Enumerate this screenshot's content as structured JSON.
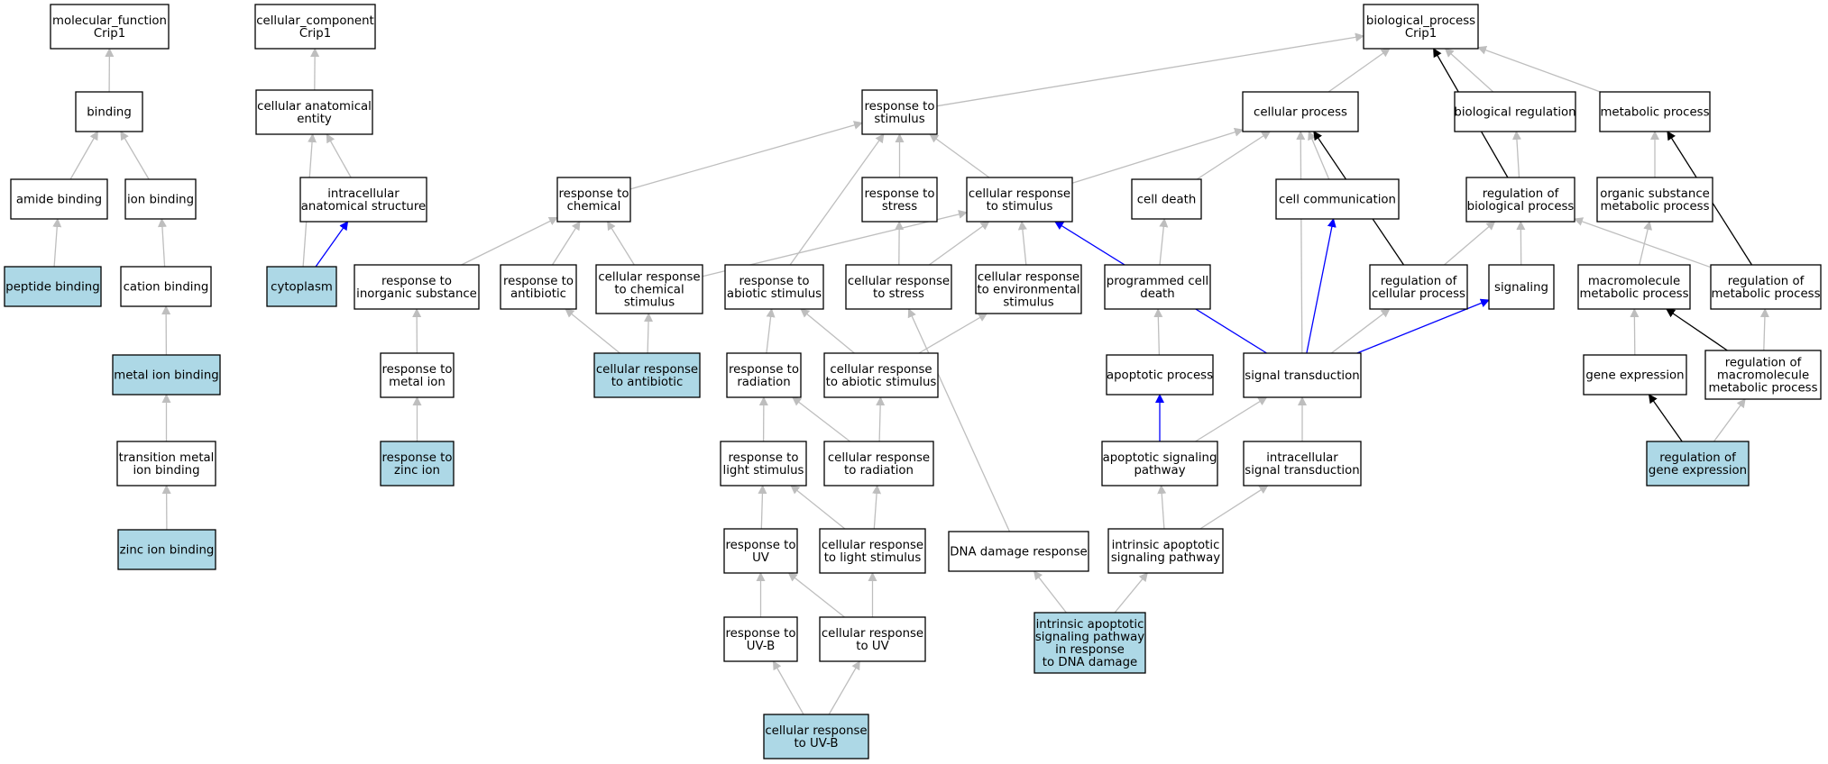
{
  "colors": {
    "highlight_fill": "#add8e6",
    "plain_fill": "#ffffff",
    "edge_gray": "#bebebe",
    "edge_blue": "#0000ff",
    "edge_black": "#000000"
  },
  "nodes": [
    {
      "id": "mf",
      "lines": [
        "molecular_function",
        "Crip1"
      ],
      "hl": false
    },
    {
      "id": "binding",
      "lines": [
        "binding"
      ],
      "hl": false
    },
    {
      "id": "amide",
      "lines": [
        "amide binding"
      ],
      "hl": false
    },
    {
      "id": "ionb",
      "lines": [
        "ion binding"
      ],
      "hl": false
    },
    {
      "id": "peptide",
      "lines": [
        "peptide binding"
      ],
      "hl": true
    },
    {
      "id": "cation",
      "lines": [
        "cation binding"
      ],
      "hl": false
    },
    {
      "id": "metalion",
      "lines": [
        "metal ion binding"
      ],
      "hl": true
    },
    {
      "id": "transmetal",
      "lines": [
        "transition metal",
        "ion binding"
      ],
      "hl": false
    },
    {
      "id": "zincion",
      "lines": [
        "zinc ion binding"
      ],
      "hl": true
    },
    {
      "id": "cc",
      "lines": [
        "cellular_component",
        "Crip1"
      ],
      "hl": false
    },
    {
      "id": "cae",
      "lines": [
        "cellular anatomical",
        "entity"
      ],
      "hl": false
    },
    {
      "id": "ias",
      "lines": [
        "intracellular",
        "anatomical structure"
      ],
      "hl": false
    },
    {
      "id": "cyto",
      "lines": [
        "cytoplasm"
      ],
      "hl": true
    },
    {
      "id": "bp",
      "lines": [
        "biological_process",
        "Crip1"
      ],
      "hl": false
    },
    {
      "id": "rstim",
      "lines": [
        "response to",
        "stimulus"
      ],
      "hl": false
    },
    {
      "id": "cellproc",
      "lines": [
        "cellular process"
      ],
      "hl": false
    },
    {
      "id": "bioreg",
      "lines": [
        "biological regulation"
      ],
      "hl": false
    },
    {
      "id": "metab",
      "lines": [
        "metabolic process"
      ],
      "hl": false
    },
    {
      "id": "rchem",
      "lines": [
        "response to",
        "chemical"
      ],
      "hl": false
    },
    {
      "id": "rstress",
      "lines": [
        "response to",
        "stress"
      ],
      "hl": false
    },
    {
      "id": "crstim",
      "lines": [
        "cellular response",
        "to stimulus"
      ],
      "hl": false
    },
    {
      "id": "celldeath",
      "lines": [
        "cell death"
      ],
      "hl": false
    },
    {
      "id": "cellcomm",
      "lines": [
        "cell communication"
      ],
      "hl": false
    },
    {
      "id": "regbio",
      "lines": [
        "regulation of",
        "biological process"
      ],
      "hl": false
    },
    {
      "id": "osmp",
      "lines": [
        "organic substance",
        "metabolic process"
      ],
      "hl": false
    },
    {
      "id": "rinorg",
      "lines": [
        "response to",
        "inorganic substance"
      ],
      "hl": false
    },
    {
      "id": "rantib",
      "lines": [
        "response to",
        "antibiotic"
      ],
      "hl": false
    },
    {
      "id": "crchem",
      "lines": [
        "cellular response",
        "to chemical",
        "stimulus"
      ],
      "hl": false
    },
    {
      "id": "rabiotic",
      "lines": [
        "response to",
        "abiotic stimulus"
      ],
      "hl": false
    },
    {
      "id": "crstress",
      "lines": [
        "cellular response",
        "to stress"
      ],
      "hl": false
    },
    {
      "id": "crenv",
      "lines": [
        "cellular response",
        "to environmental",
        "stimulus"
      ],
      "hl": false
    },
    {
      "id": "pcd",
      "lines": [
        "programmed cell",
        "death"
      ],
      "hl": false
    },
    {
      "id": "regcell",
      "lines": [
        "regulation of",
        "cellular process"
      ],
      "hl": false
    },
    {
      "id": "signaling",
      "lines": [
        "signaling"
      ],
      "hl": false
    },
    {
      "id": "macro",
      "lines": [
        "macromolecule",
        "metabolic process"
      ],
      "hl": false
    },
    {
      "id": "regmetab",
      "lines": [
        "regulation of",
        "metabolic process"
      ],
      "hl": false
    },
    {
      "id": "rmetal",
      "lines": [
        "response to",
        "metal ion"
      ],
      "hl": false
    },
    {
      "id": "crantib",
      "lines": [
        "cellular response",
        "to antibiotic"
      ],
      "hl": true
    },
    {
      "id": "rrad",
      "lines": [
        "response to",
        "radiation"
      ],
      "hl": false
    },
    {
      "id": "crabiotic",
      "lines": [
        "cellular response",
        "to abiotic stimulus"
      ],
      "hl": false
    },
    {
      "id": "apop",
      "lines": [
        "apoptotic process"
      ],
      "hl": false
    },
    {
      "id": "sigtrans",
      "lines": [
        "signal transduction"
      ],
      "hl": false
    },
    {
      "id": "geneexp",
      "lines": [
        "gene expression"
      ],
      "hl": false
    },
    {
      "id": "regmacro",
      "lines": [
        "regulation of",
        "macromolecule",
        "metabolic process"
      ],
      "hl": false
    },
    {
      "id": "rzinc",
      "lines": [
        "response to",
        "zinc ion"
      ],
      "hl": true
    },
    {
      "id": "rlight",
      "lines": [
        "response to",
        "light stimulus"
      ],
      "hl": false
    },
    {
      "id": "crrad",
      "lines": [
        "cellular response",
        "to radiation"
      ],
      "hl": false
    },
    {
      "id": "apsig",
      "lines": [
        "apoptotic signaling",
        "pathway"
      ],
      "hl": false
    },
    {
      "id": "intsig",
      "lines": [
        "intracellular",
        "signal transduction"
      ],
      "hl": false
    },
    {
      "id": "reggene",
      "lines": [
        "regulation of",
        "gene expression"
      ],
      "hl": true
    },
    {
      "id": "ruv",
      "lines": [
        "response to",
        "UV"
      ],
      "hl": false
    },
    {
      "id": "crlight",
      "lines": [
        "cellular response",
        "to light stimulus"
      ],
      "hl": false
    },
    {
      "id": "dnadmg",
      "lines": [
        "DNA damage response"
      ],
      "hl": false
    },
    {
      "id": "intapop",
      "lines": [
        "intrinsic apoptotic",
        "signaling pathway"
      ],
      "hl": false
    },
    {
      "id": "ruvb",
      "lines": [
        "response to",
        "UV-B"
      ],
      "hl": false
    },
    {
      "id": "cruv",
      "lines": [
        "cellular response",
        "to UV"
      ],
      "hl": false
    },
    {
      "id": "intapopdna",
      "lines": [
        "intrinsic apoptotic",
        "signaling pathway",
        "in response",
        "to DNA damage"
      ],
      "hl": true
    },
    {
      "id": "cruvb",
      "lines": [
        "cellular response",
        "to UV-B"
      ],
      "hl": true
    }
  ],
  "edges": [
    {
      "from": "binding",
      "to": "mf",
      "kind": "gray"
    },
    {
      "from": "amide",
      "to": "binding",
      "kind": "gray"
    },
    {
      "from": "ionb",
      "to": "binding",
      "kind": "gray"
    },
    {
      "from": "peptide",
      "to": "amide",
      "kind": "gray"
    },
    {
      "from": "cation",
      "to": "ionb",
      "kind": "gray"
    },
    {
      "from": "metalion",
      "to": "cation",
      "kind": "gray"
    },
    {
      "from": "transmetal",
      "to": "metalion",
      "kind": "gray"
    },
    {
      "from": "zincion",
      "to": "transmetal",
      "kind": "gray"
    },
    {
      "from": "cae",
      "to": "cc",
      "kind": "gray"
    },
    {
      "from": "ias",
      "to": "cae",
      "kind": "gray"
    },
    {
      "from": "cyto",
      "to": "cae",
      "kind": "gray"
    },
    {
      "from": "cyto",
      "to": "ias",
      "kind": "blue"
    },
    {
      "from": "rstim",
      "to": "bp",
      "kind": "gray"
    },
    {
      "from": "cellproc",
      "to": "bp",
      "kind": "gray"
    },
    {
      "from": "bioreg",
      "to": "bp",
      "kind": "gray"
    },
    {
      "from": "metab",
      "to": "bp",
      "kind": "gray"
    },
    {
      "from": "regbio",
      "to": "bp",
      "kind": "black"
    },
    {
      "from": "rchem",
      "to": "rstim",
      "kind": "gray"
    },
    {
      "from": "rstress",
      "to": "rstim",
      "kind": "gray"
    },
    {
      "from": "crstim",
      "to": "rstim",
      "kind": "gray"
    },
    {
      "from": "rabiotic",
      "to": "rstim",
      "kind": "gray"
    },
    {
      "from": "crstim",
      "to": "cellproc",
      "kind": "gray"
    },
    {
      "from": "celldeath",
      "to": "cellproc",
      "kind": "gray"
    },
    {
      "from": "cellcomm",
      "to": "cellproc",
      "kind": "gray"
    },
    {
      "from": "sigtrans",
      "to": "cellproc",
      "kind": "gray"
    },
    {
      "from": "regcell",
      "to": "cellproc",
      "kind": "black"
    },
    {
      "from": "regbio",
      "to": "bioreg",
      "kind": "gray"
    },
    {
      "from": "osmp",
      "to": "metab",
      "kind": "gray"
    },
    {
      "from": "regmetab",
      "to": "metab",
      "kind": "black"
    },
    {
      "from": "rinorg",
      "to": "rchem",
      "kind": "gray"
    },
    {
      "from": "rantib",
      "to": "rchem",
      "kind": "gray"
    },
    {
      "from": "crchem",
      "to": "rchem",
      "kind": "gray"
    },
    {
      "from": "crchem",
      "to": "crstim",
      "kind": "gray"
    },
    {
      "from": "crstress",
      "to": "crstim",
      "kind": "gray"
    },
    {
      "from": "crenv",
      "to": "crstim",
      "kind": "gray"
    },
    {
      "from": "sigtrans",
      "to": "crstim",
      "kind": "blue"
    },
    {
      "from": "crstress",
      "to": "rstress",
      "kind": "gray"
    },
    {
      "from": "pcd",
      "to": "celldeath",
      "kind": "gray"
    },
    {
      "from": "sigtrans",
      "to": "cellcomm",
      "kind": "blue"
    },
    {
      "from": "regcell",
      "to": "regbio",
      "kind": "gray"
    },
    {
      "from": "signaling",
      "to": "regbio",
      "kind": "gray"
    },
    {
      "from": "regmetab",
      "to": "regbio",
      "kind": "gray"
    },
    {
      "from": "macro",
      "to": "osmp",
      "kind": "gray"
    },
    {
      "from": "rmetal",
      "to": "rinorg",
      "kind": "gray"
    },
    {
      "from": "crantib",
      "to": "rantib",
      "kind": "gray"
    },
    {
      "from": "crantib",
      "to": "crchem",
      "kind": "gray"
    },
    {
      "from": "rrad",
      "to": "rabiotic",
      "kind": "gray"
    },
    {
      "from": "crabiotic",
      "to": "rabiotic",
      "kind": "gray"
    },
    {
      "from": "crabiotic",
      "to": "crenv",
      "kind": "gray"
    },
    {
      "from": "dnadmg",
      "to": "crstress",
      "kind": "gray"
    },
    {
      "from": "apop",
      "to": "pcd",
      "kind": "gray"
    },
    {
      "from": "sigtrans",
      "to": "regcell",
      "kind": "gray"
    },
    {
      "from": "sigtrans",
      "to": "signaling",
      "kind": "blue"
    },
    {
      "from": "geneexp",
      "to": "macro",
      "kind": "gray"
    },
    {
      "from": "regmacro",
      "to": "macro",
      "kind": "black"
    },
    {
      "from": "regmacro",
      "to": "regmetab",
      "kind": "gray"
    },
    {
      "from": "rzinc",
      "to": "rmetal",
      "kind": "gray"
    },
    {
      "from": "rlight",
      "to": "rrad",
      "kind": "gray"
    },
    {
      "from": "crrad",
      "to": "rrad",
      "kind": "gray"
    },
    {
      "from": "crrad",
      "to": "crabiotic",
      "kind": "gray"
    },
    {
      "from": "apsig",
      "to": "apop",
      "kind": "blue"
    },
    {
      "from": "apsig",
      "to": "sigtrans",
      "kind": "gray"
    },
    {
      "from": "intsig",
      "to": "sigtrans",
      "kind": "gray"
    },
    {
      "from": "reggene",
      "to": "geneexp",
      "kind": "black"
    },
    {
      "from": "reggene",
      "to": "regmacro",
      "kind": "gray"
    },
    {
      "from": "ruv",
      "to": "rlight",
      "kind": "gray"
    },
    {
      "from": "crlight",
      "to": "rlight",
      "kind": "gray"
    },
    {
      "from": "crlight",
      "to": "crrad",
      "kind": "gray"
    },
    {
      "from": "intapop",
      "to": "apsig",
      "kind": "gray"
    },
    {
      "from": "intapop",
      "to": "intsig",
      "kind": "gray"
    },
    {
      "from": "ruvb",
      "to": "ruv",
      "kind": "gray"
    },
    {
      "from": "cruv",
      "to": "ruv",
      "kind": "gray"
    },
    {
      "from": "cruv",
      "to": "crlight",
      "kind": "gray"
    },
    {
      "from": "intapopdna",
      "to": "dnadmg",
      "kind": "gray"
    },
    {
      "from": "intapopdna",
      "to": "intapop",
      "kind": "gray"
    },
    {
      "from": "cruvb",
      "to": "ruvb",
      "kind": "gray"
    },
    {
      "from": "cruvb",
      "to": "cruv",
      "kind": "gray"
    }
  ]
}
